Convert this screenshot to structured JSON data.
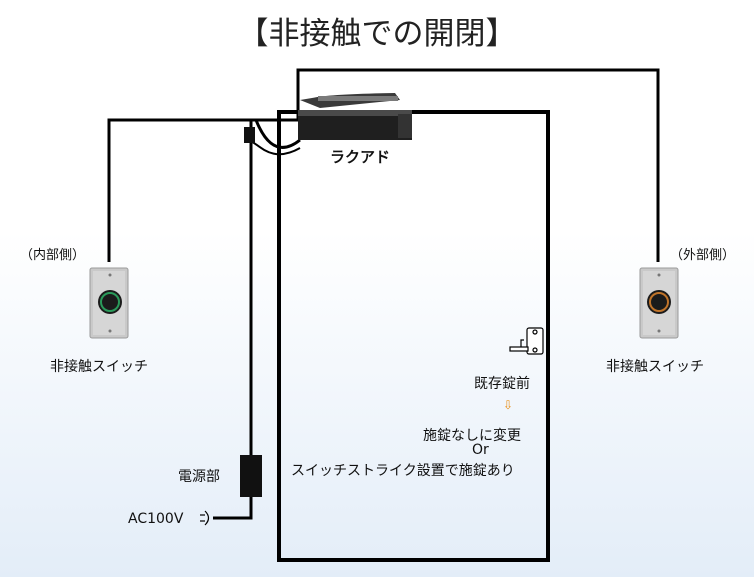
{
  "title": "【非接触での開閉】",
  "labels": {
    "device": "ラクアド",
    "inner_side": "（内部側）",
    "outer_side": "（外部側）",
    "switch_left": "非接触スイッチ",
    "switch_right": "非接触スイッチ",
    "lock_before": "既存錠前",
    "arrow": "⇩",
    "change_1": "施錠なしに変更",
    "change_or": "Or",
    "change_2": "スイッチストライク設置で施錠あり",
    "power_unit": "電源部",
    "ac": "AC100V"
  },
  "colors": {
    "wire": "#000000",
    "sensor_left_ring": "#2a9a5a",
    "sensor_right_ring": "#c0742a",
    "arrow": "#e8901a"
  }
}
